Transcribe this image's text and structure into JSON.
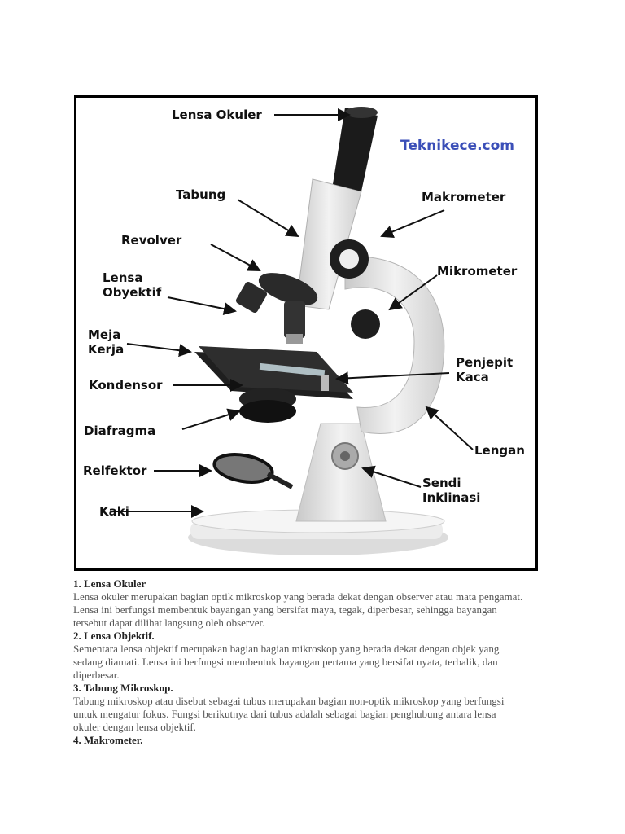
{
  "figure": {
    "watermark": "Teknikece.com",
    "labels": {
      "lensa_okuler": "Lensa Okuler",
      "tabung": "Tabung",
      "makrometer": "Makrometer",
      "revolver": "Revolver",
      "lensa_obyektif": "Lensa\nObyektif",
      "mikrometer": "Mikrometer",
      "meja_kerja": "Meja\nKerja",
      "penjepit_kaca": "Penjepit\nKaca",
      "kondensor": "Kondensor",
      "diafragma": "Diafragma",
      "lengan": "Lengan",
      "relfektor": "Relfektor",
      "sendi_inklinasi": "Sendi\nInklinasi",
      "kaki": "Kaki"
    }
  },
  "sections": [
    {
      "heading": "1. Lensa Okuler",
      "lines": [
        "Lensa okuler merupakan bagian optik mikroskop yang berada dekat dengan observer atau mata pengamat.",
        "Lensa ini berfungsi membentuk bayangan yang bersifat maya, tegak, diperbesar, sehingga bayangan",
        "tersebut dapat dilihat langsung oleh observer."
      ]
    },
    {
      "heading": "2. Lensa Objektif.",
      "lines": [
        "Sementara lensa objektif merupakan bagian bagian mikroskop yang berada dekat dengan objek yang",
        "sedang diamati. Lensa ini berfungsi membentuk bayangan pertama yang bersifat nyata, terbalik, dan",
        "diperbesar."
      ]
    },
    {
      "heading": "3. Tabung Mikroskop.",
      "lines": [
        "Tabung mikroskop atau disebut sebagai tubus merupakan bagian non-optik mikroskop yang berfungsi",
        "untuk mengatur fokus. Fungsi berikutnya dari tubus adalah sebagai bagian penghubung antara lensa",
        "okuler dengan lensa objektif."
      ]
    },
    {
      "heading": "4. Makrometer.",
      "lines": []
    }
  ]
}
